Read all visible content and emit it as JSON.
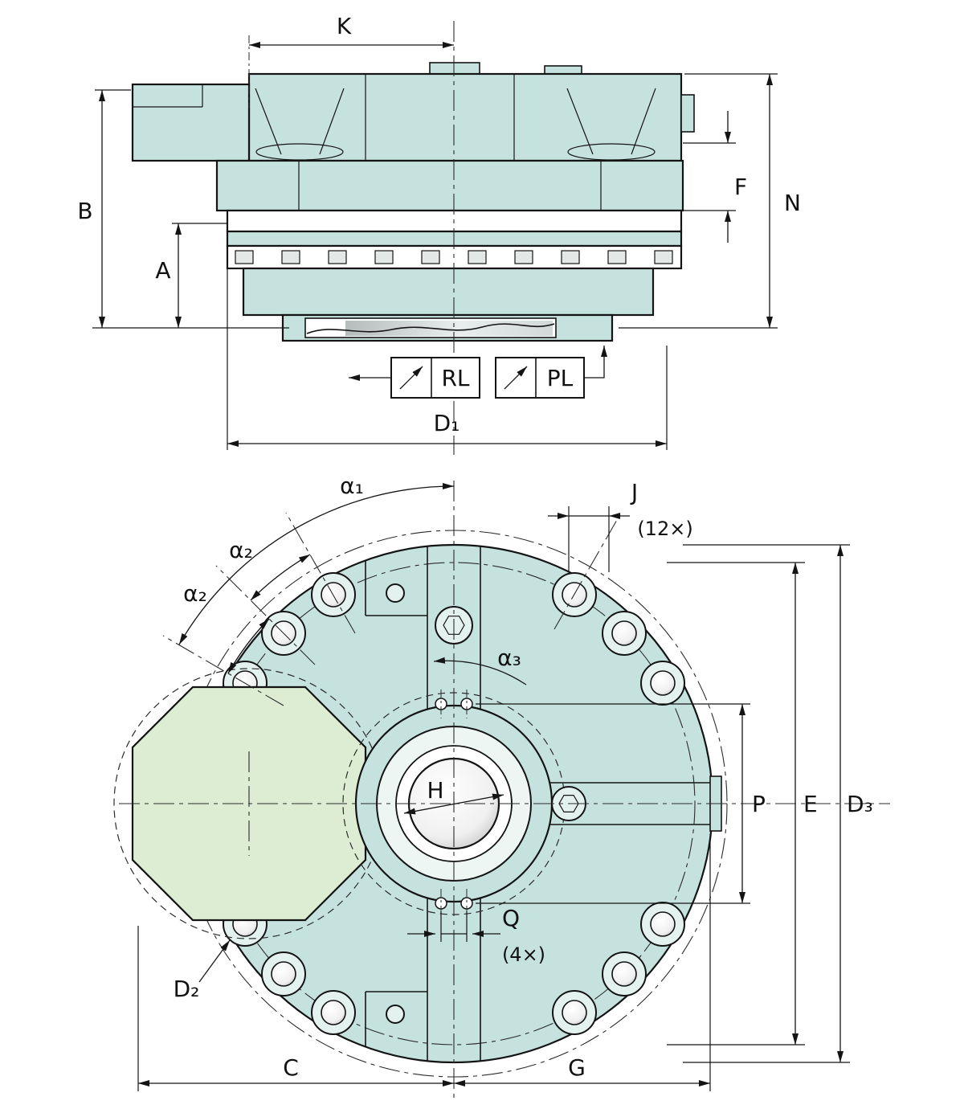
{
  "drawing": {
    "type": "technical-dimension-drawing",
    "views": {
      "side_section": {
        "name": "side section view",
        "dimensions": {
          "K": "K",
          "B": "B",
          "A": "A",
          "F": "F",
          "N": "N",
          "D1": "D₁"
        },
        "port_labels": {
          "RL": "RL",
          "PL": "PL"
        }
      },
      "front": {
        "name": "front view",
        "dimensions": {
          "alpha1": "α₁",
          "alpha2": "α₂",
          "alpha3": "α₃",
          "J": "J",
          "J_count": "(12×)",
          "H": "H",
          "P": "P",
          "E": "E",
          "D3": "D₃",
          "Q": "Q",
          "Q_count": "(4×)",
          "D2": "D₂",
          "C": "C",
          "G": "G"
        }
      }
    },
    "colors": {
      "body": "#c6e2df",
      "body_light": "#e3f1ef",
      "green": "#dcedd4",
      "line": "#141414",
      "background": "#ffffff"
    }
  }
}
